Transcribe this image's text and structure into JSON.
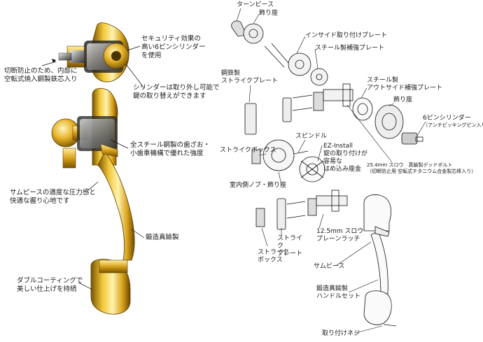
{
  "left": {
    "security": [
      "セキュリティ効果の",
      "高い6ピンシリンダー",
      "を使用"
    ],
    "antipick": [
      "切断防止のため、内部に",
      "空転式焼入鋼製鉄芯入り"
    ],
    "cylinder": [
      "シリンダーは取り外し可能で",
      "鍵の取り替えができます"
    ],
    "steel": [
      "全スチール鋼製の歯ざお・",
      "小歯車機構で優れた強度"
    ],
    "thumb": [
      "サムピースの適度な圧力感と",
      "快適な握り心地です"
    ],
    "forged": "鍛造真鍮製",
    "coating": [
      "ダブルコーティングで",
      "美しい仕上げを持続"
    ]
  },
  "right": {
    "turnpiece": "ターンピース",
    "rose_top": "飾り座",
    "inside_plate": "インサイド取り付けプレート",
    "steel_reinforce": "スチール製補強プレート",
    "strike_plate_steel": [
      "鋼鉄製",
      "ストライクプレート"
    ],
    "steel_outside": [
      "スチール製",
      "アウトサイド補強プレート"
    ],
    "rose_mid": "飾り座",
    "six_pin": [
      "6ピンシリンダー",
      "（アンチピッキングピン入り）"
    ],
    "spindle": "スピンドル",
    "ez_install": [
      "EZ-Install",
      "錠の取り付けが",
      "容易な",
      "はめ込み座金"
    ],
    "strike_box_top": "ストライクボックス",
    "deadbolt": [
      "25.4mm スロウ　真鍮製デッドボルト",
      "（切断防止用 空転式チタニウム合金製芯棒入り）"
    ],
    "knob": "室内側ノブ・飾り座",
    "strike_plate": [
      "ストライ",
      "ク",
      "プレート"
    ],
    "latch": [
      "12.5mm スロウ",
      "プレーンラッチ"
    ],
    "strike_box_bottom": [
      "ストライク",
      "ボックス"
    ],
    "thumbpiece": "サムピース",
    "handle": [
      "鍛造真鍮製",
      "ハンドルセット"
    ],
    "screw": "取り付けネジ"
  }
}
